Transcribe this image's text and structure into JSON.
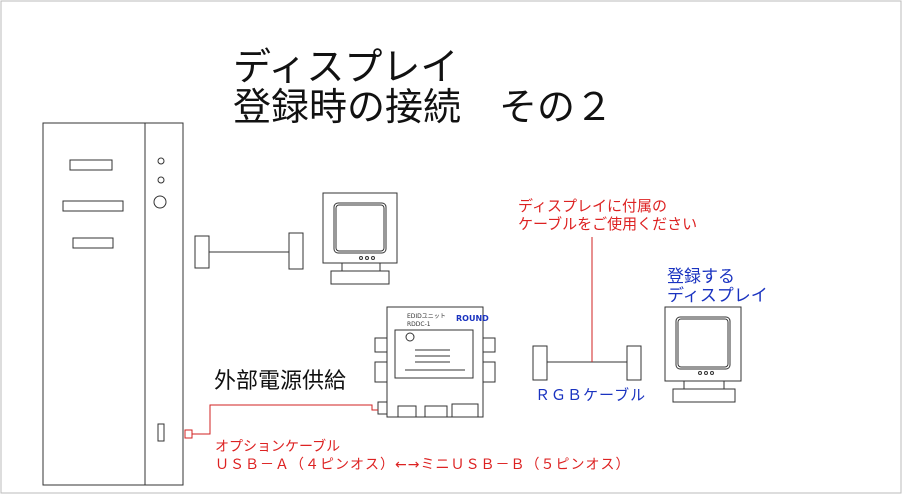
{
  "title": {
    "line1": "ディスプレイ",
    "line2": "登録時の接続　その２"
  },
  "note": {
    "line1": "ディスプレイに付属の",
    "line2": "ケーブルをご使用ください"
  },
  "target_display": {
    "line1": "登録する",
    "line2": "ディスプレイ"
  },
  "rgb_cable_label": "ＲＧＢケーブル",
  "power_label": "外部電源供給",
  "option_cable": {
    "line1": "オプションケーブル",
    "line2": "ＵＳＢ－Ａ（４ピンオス）←→ミニＵＳＢ－Ｂ（５ピンオス）"
  },
  "edid_unit": {
    "name": "EDIDユニット",
    "model": "RDDC-1",
    "logo": "ROUND"
  },
  "colors": {
    "red": "#d22222",
    "blue": "#1a33c0",
    "line": "#333333"
  }
}
